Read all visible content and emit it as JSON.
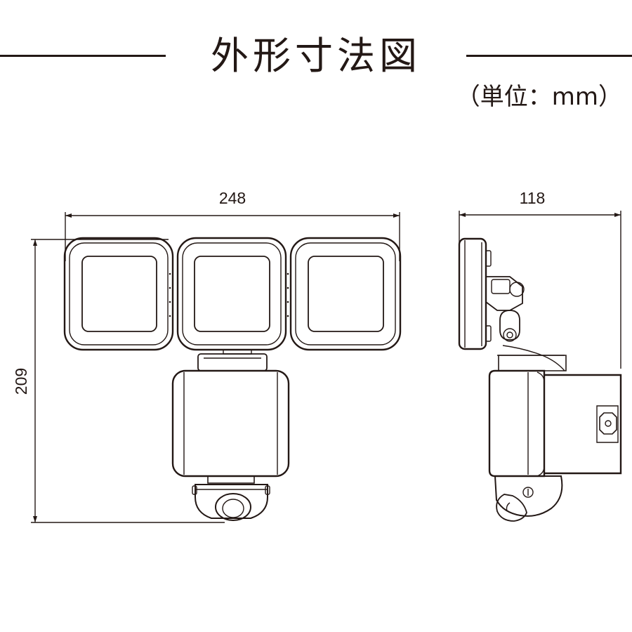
{
  "title": "外形寸法図",
  "unit_note": "（単位：mm）",
  "front_view": {
    "width_label": "248",
    "height_label": "209"
  },
  "side_view": {
    "depth_label": "118"
  },
  "colors": {
    "line": "#231815",
    "background": "#ffffff"
  }
}
